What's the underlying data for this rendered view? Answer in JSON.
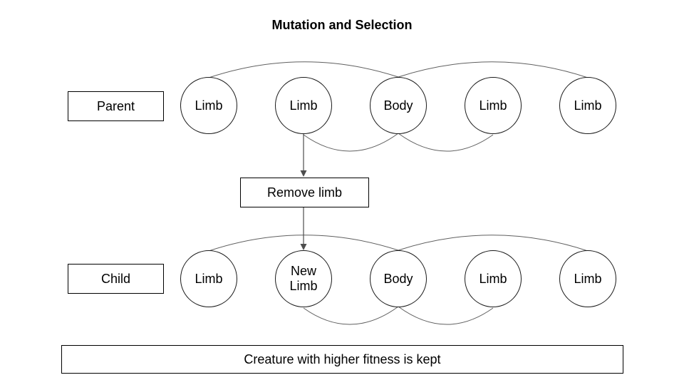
{
  "title": "Mutation and Selection",
  "parent": {
    "label": "Parent",
    "nodes": [
      {
        "label": "Limb"
      },
      {
        "label": "Limb"
      },
      {
        "label": "Body"
      },
      {
        "label": "Limb"
      },
      {
        "label": "Limb"
      }
    ]
  },
  "mutation": {
    "label": "Remove limb"
  },
  "child": {
    "label": "Child",
    "nodes": [
      {
        "label": "Limb"
      },
      {
        "label": "New Limb"
      },
      {
        "label": "Body"
      },
      {
        "label": "Limb"
      },
      {
        "label": "Limb"
      }
    ]
  },
  "footer": {
    "label": "Creature with higher fitness is kept"
  },
  "colors": {
    "background": "#ffffff",
    "shape_stroke": "#000000",
    "connector": "#5f5f5f",
    "arrow": "#4d4d4d",
    "text": "#000000"
  }
}
